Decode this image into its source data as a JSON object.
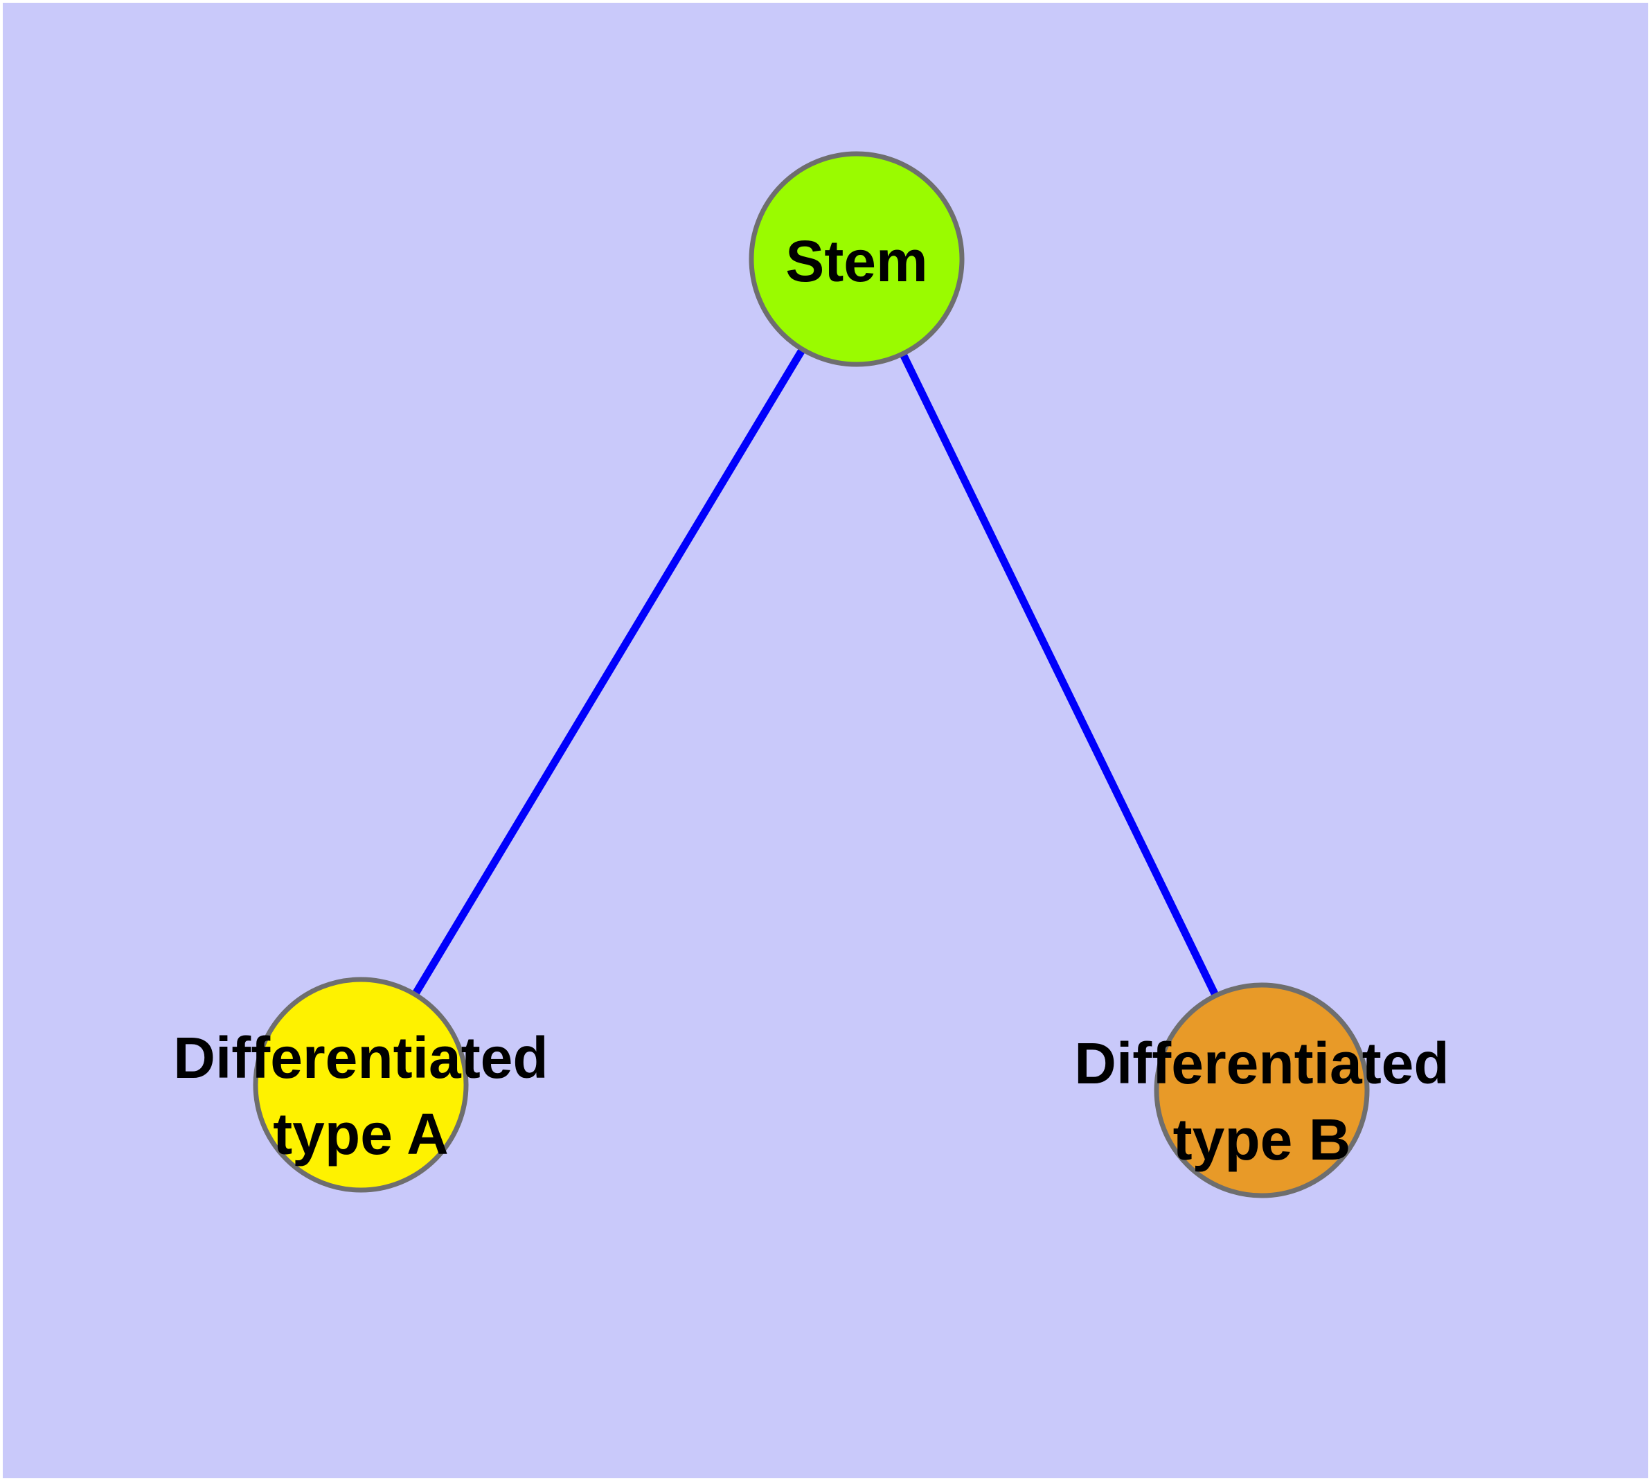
{
  "diagram": {
    "background_color": "#C9C9FA",
    "frame_color": "#FFFFFF",
    "edge_color": "#0000FB",
    "node_border_color": "#6E6E6E",
    "label_text_color": "#000000",
    "nodes": {
      "stem": {
        "label": "Stem",
        "fill": "#9AFB00",
        "shape": "circle"
      },
      "type_a": {
        "label_line1": "Differentiated",
        "label_line2": "type A",
        "label": "Differentiated type A",
        "fill": "#FEF200",
        "shape": "circle"
      },
      "type_b": {
        "label_line1": "Differentiated",
        "label_line2": "type B",
        "label": "Differentiated type B",
        "fill": "#E89A28",
        "shape": "circle"
      }
    },
    "edges": [
      {
        "from": "Stem",
        "to": "Differentiated type A"
      },
      {
        "from": "Stem",
        "to": "Differentiated type B"
      }
    ]
  }
}
